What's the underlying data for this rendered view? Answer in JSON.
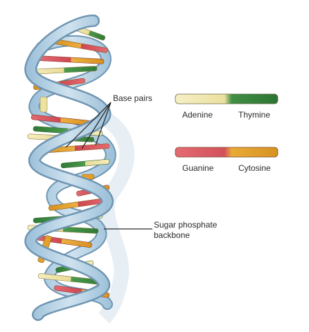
{
  "labels": {
    "base_pairs": "Base pairs",
    "sugar_phosphate_line1": "Sugar phosphate",
    "sugar_phosphate_line2": "backbone"
  },
  "legend": [
    {
      "left": "Adenine",
      "right": "Thymine",
      "left_color": "#f1e6a8",
      "right_color": "#3f8f43"
    },
    {
      "left": "Guanine",
      "right": "Cytosine",
      "left_color": "#d9505a",
      "right_color": "#e3a12c"
    }
  ],
  "colors": {
    "backbone_fill": "#b7d3e6",
    "backbone_edge": "#6f95b2",
    "adenine": "#f1e6a8",
    "thymine": "#3f8f43",
    "guanine": "#d9505a",
    "cytosine": "#e3a12c"
  }
}
